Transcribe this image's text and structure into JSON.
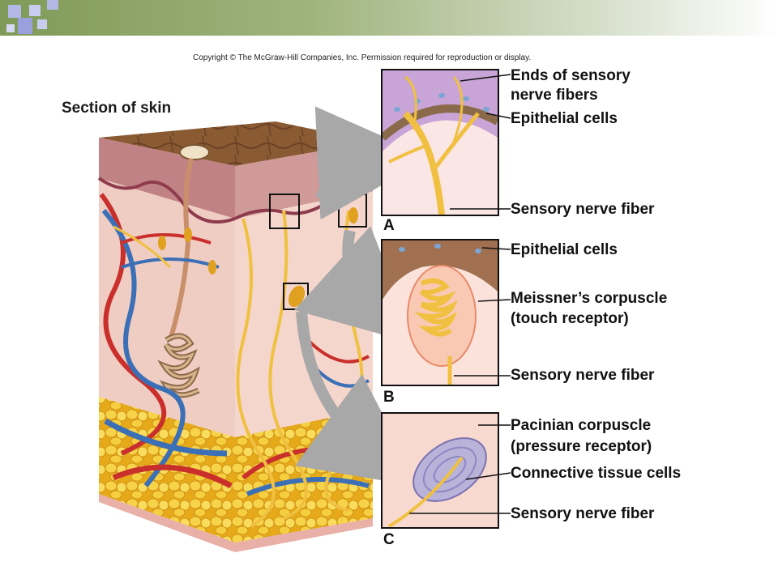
{
  "copyright": "Copyright © The McGraw-Hill Companies, Inc. Permission required for reproduction or display.",
  "title": "Section of skin",
  "panels": {
    "a": {
      "letter": "A",
      "labels": [
        "Ends of sensory",
        "nerve fibers",
        "Epithelial cells",
        "Sensory nerve fiber"
      ]
    },
    "b": {
      "letter": "B",
      "labels": [
        "Epithelial cells",
        "Meissner’s corpuscle",
        "(touch receptor)",
        "Sensory nerve fiber"
      ]
    },
    "c": {
      "letter": "C",
      "labels": [
        "Pacinian corpuscle",
        "(pressure receptor)",
        "Connective tissue cells",
        "Sensory nerve fiber"
      ]
    }
  },
  "colors": {
    "header_green": "#7f9a58",
    "deco_blue": "#b3b8e6",
    "epidermis": "#8a5a33",
    "dermis": "#f2c9c2",
    "fat": "#f2c230",
    "artery": "#c9302c",
    "vein": "#3b6fb6",
    "nerve": "#f0c040"
  }
}
